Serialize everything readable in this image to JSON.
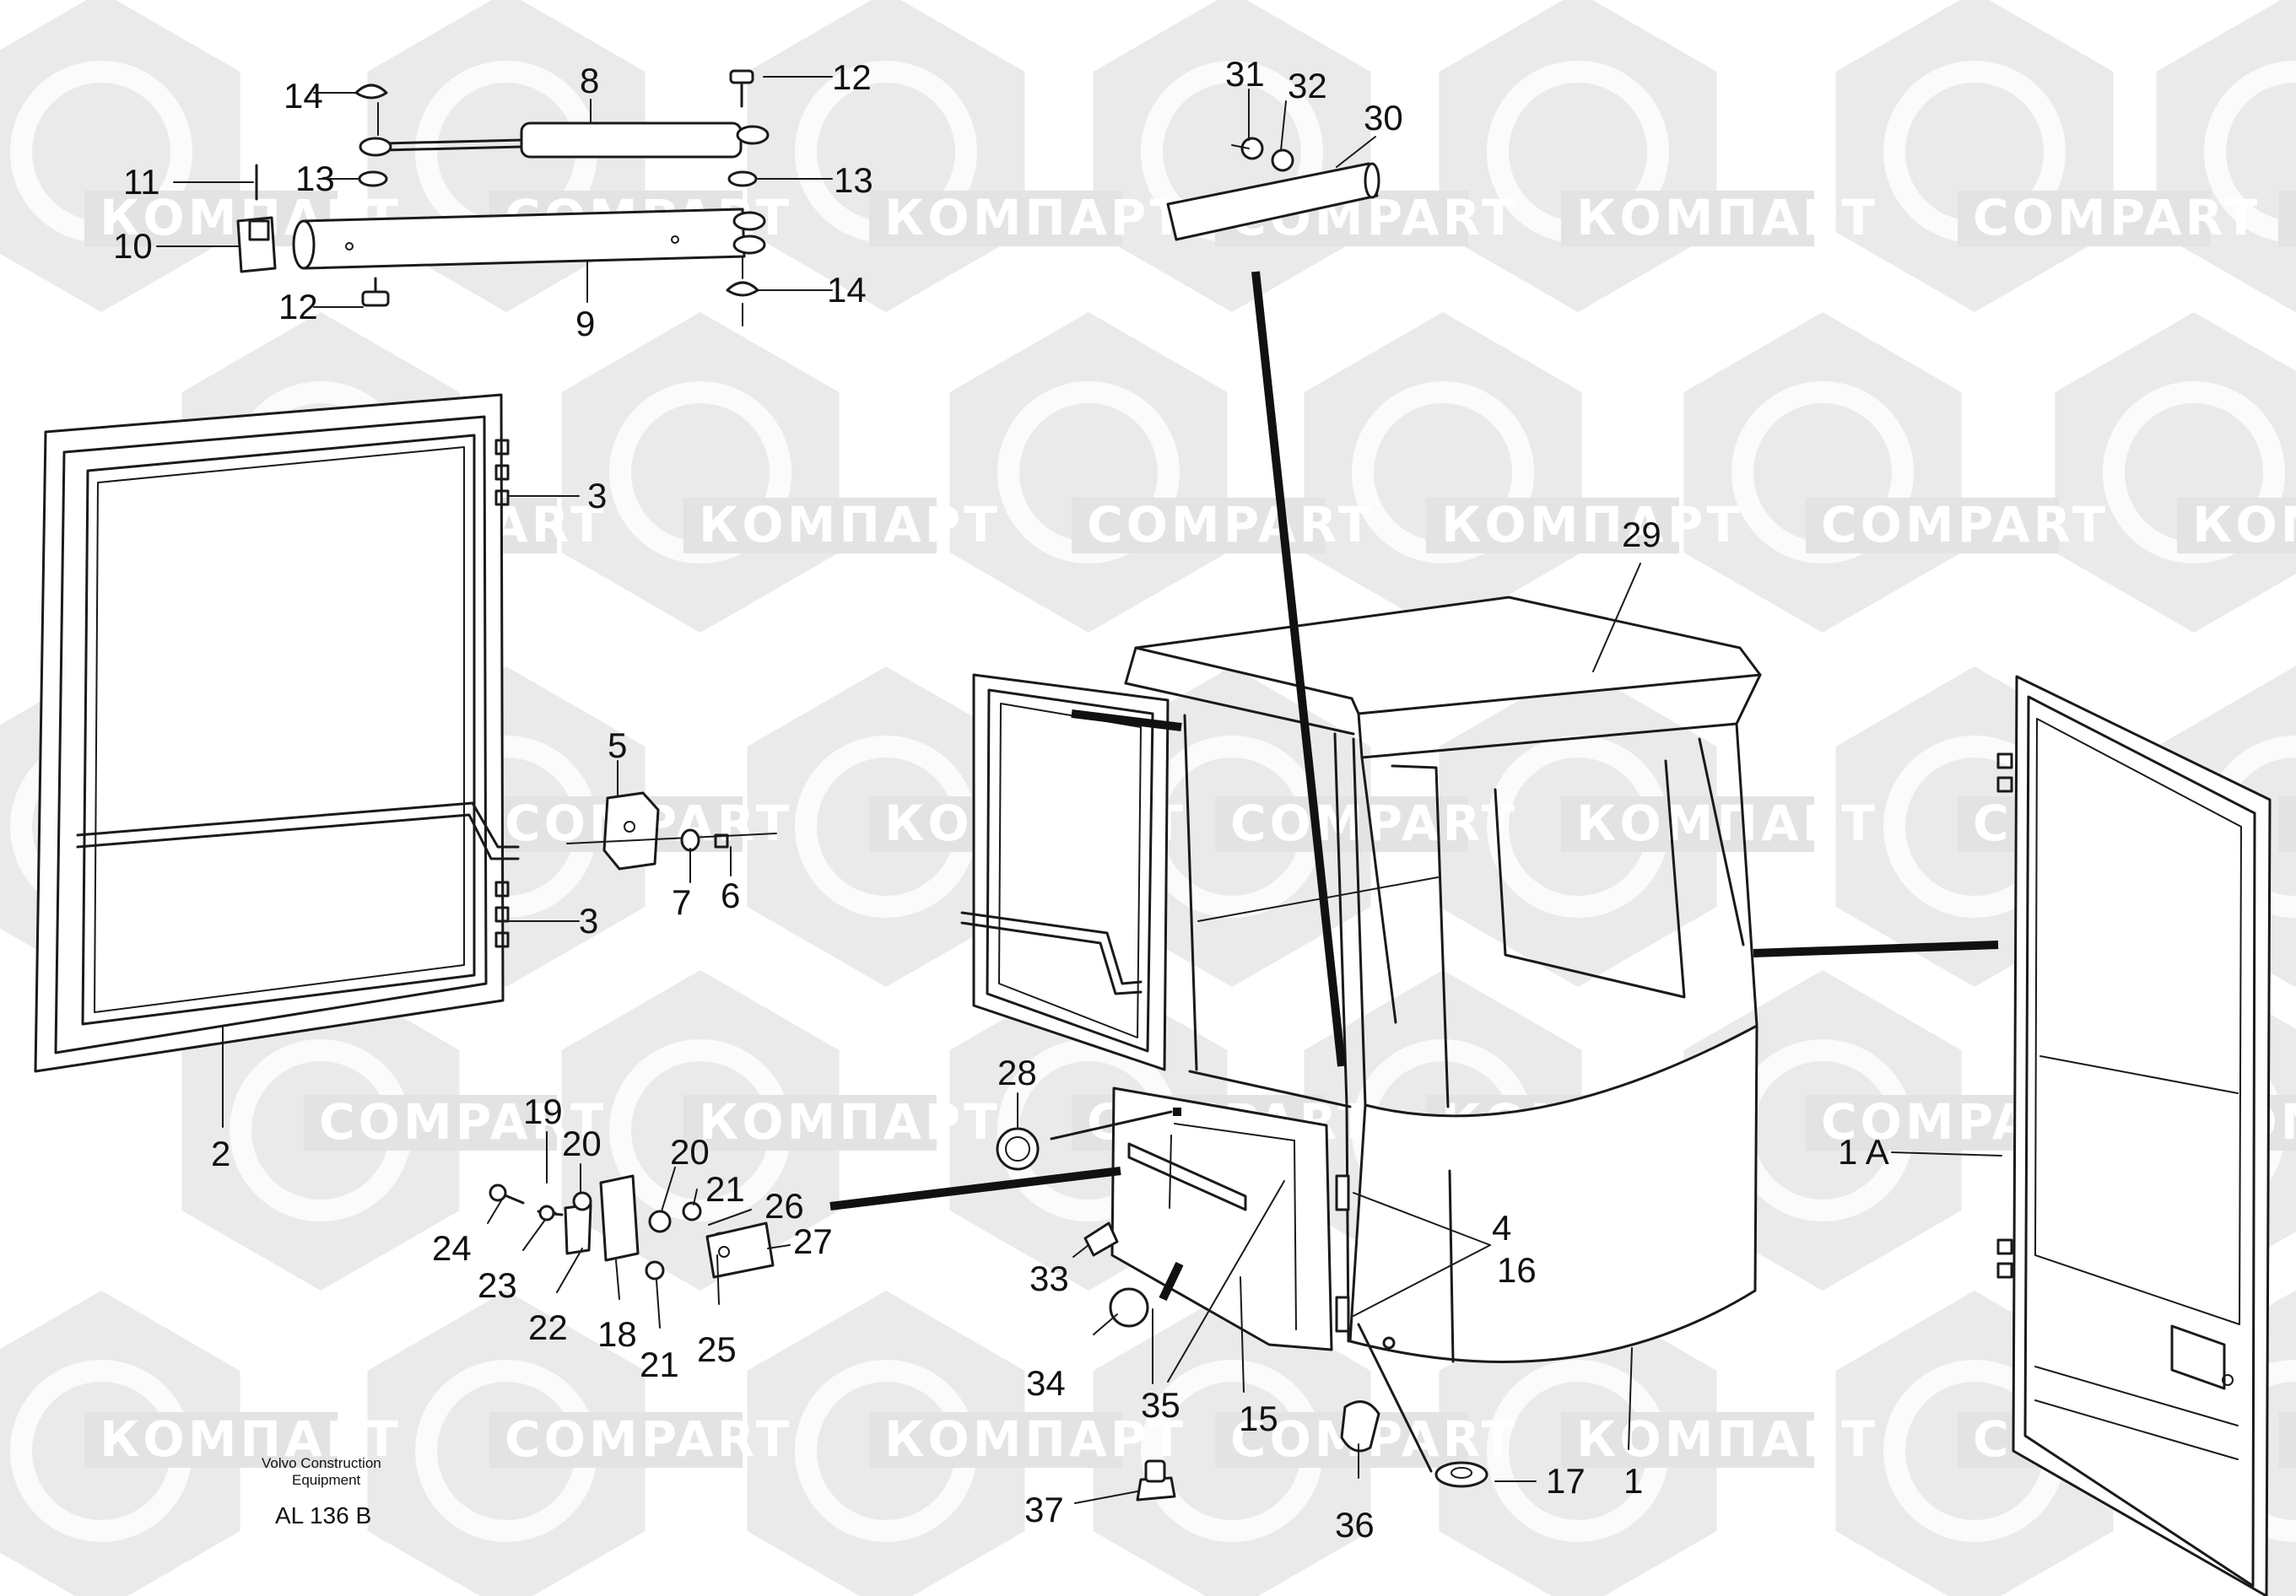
{
  "watermark": {
    "label_latin": "COMPART",
    "label_cyrillic": "КОМПАРТ",
    "color": "#e3e3e3"
  },
  "footer": {
    "company": "Volvo Construction",
    "company_line2": "Equipment",
    "drawing_code": "AL 136 B"
  },
  "callouts": {
    "c1": "1",
    "c1a": "1 A",
    "c2": "2",
    "c3a": "3",
    "c3b": "3",
    "c4": "4",
    "c5": "5",
    "c6": "6",
    "c7": "7",
    "c8": "8",
    "c9": "9",
    "c10": "10",
    "c11": "11",
    "c12a": "12",
    "c12b": "12",
    "c13a": "13",
    "c13b": "13",
    "c14a": "14",
    "c14b": "14",
    "c15": "15",
    "c16": "16",
    "c17": "17",
    "c18": "18",
    "c19": "19",
    "c20a": "20",
    "c20b": "20",
    "c21a": "21",
    "c21b": "21",
    "c22": "22",
    "c23": "23",
    "c24": "24",
    "c25": "25",
    "c26": "26",
    "c27": "27",
    "c28": "28",
    "c29": "29",
    "c30": "30",
    "c31": "31",
    "c32": "32",
    "c33": "33",
    "c34": "34",
    "c35": "35",
    "c36": "36",
    "c37": "37"
  }
}
